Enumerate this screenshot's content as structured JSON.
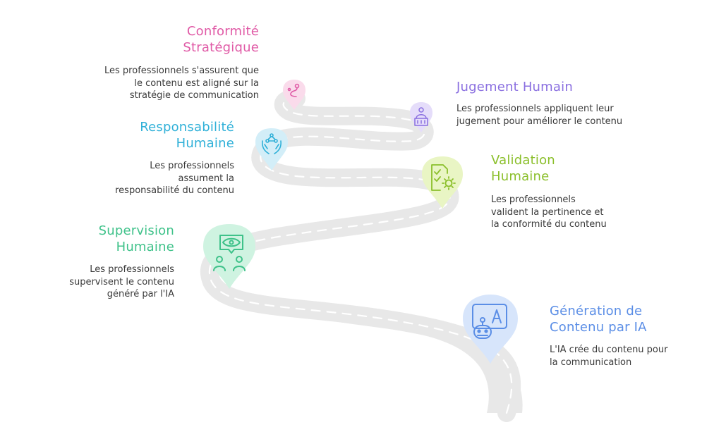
{
  "colors": {
    "road": "#e8e8e8",
    "dash": "#ffffff"
  },
  "steps": [
    {
      "key": "generation",
      "title": [
        "Génération de",
        "Contenu par IA"
      ],
      "desc": [
        "L'IA crée du contenu pour",
        "la communication"
      ],
      "color": "#5b8ee6",
      "pin": "#d7e5fb",
      "icon": "ai-robot-icon"
    },
    {
      "key": "supervision",
      "title": [
        "Supervision",
        "Humaine"
      ],
      "desc": [
        "Les professionnels",
        "supervisent le contenu",
        "généré par l'IA"
      ],
      "color": "#3fc28a",
      "pin": "#cff3e1",
      "icon": "eye-people-icon"
    },
    {
      "key": "validation",
      "title": [
        "Validation",
        "Humaine"
      ],
      "desc": [
        "Les professionnels",
        "valident la pertinence et",
        "la conformité du contenu"
      ],
      "color": "#8bbf2b",
      "pin": "#e9f5c4",
      "icon": "checklist-gear-icon"
    },
    {
      "key": "responsabilite",
      "title": [
        "Responsabilité",
        "Humaine"
      ],
      "desc": [
        "Les professionnels",
        "assument la",
        "responsabilité du contenu"
      ],
      "color": "#2fb0d8",
      "pin": "#d3eef8",
      "icon": "hands-network-icon"
    },
    {
      "key": "jugement",
      "title": [
        "Jugement Humain"
      ],
      "desc": [
        "Les professionnels appliquent leur",
        "jugement pour améliorer le contenu"
      ],
      "color": "#8a6fe0",
      "pin": "#e5ddfa",
      "icon": "person-scale-icon"
    },
    {
      "key": "conformite",
      "title": [
        "Conformité",
        "Stratégique"
      ],
      "desc": [
        "Les professionnels s'assurent que",
        "le contenu est aligné sur la",
        "stratégie de communication"
      ],
      "color": "#e05aa6",
      "pin": "#fadbeb",
      "icon": "route-pin-icon"
    }
  ]
}
